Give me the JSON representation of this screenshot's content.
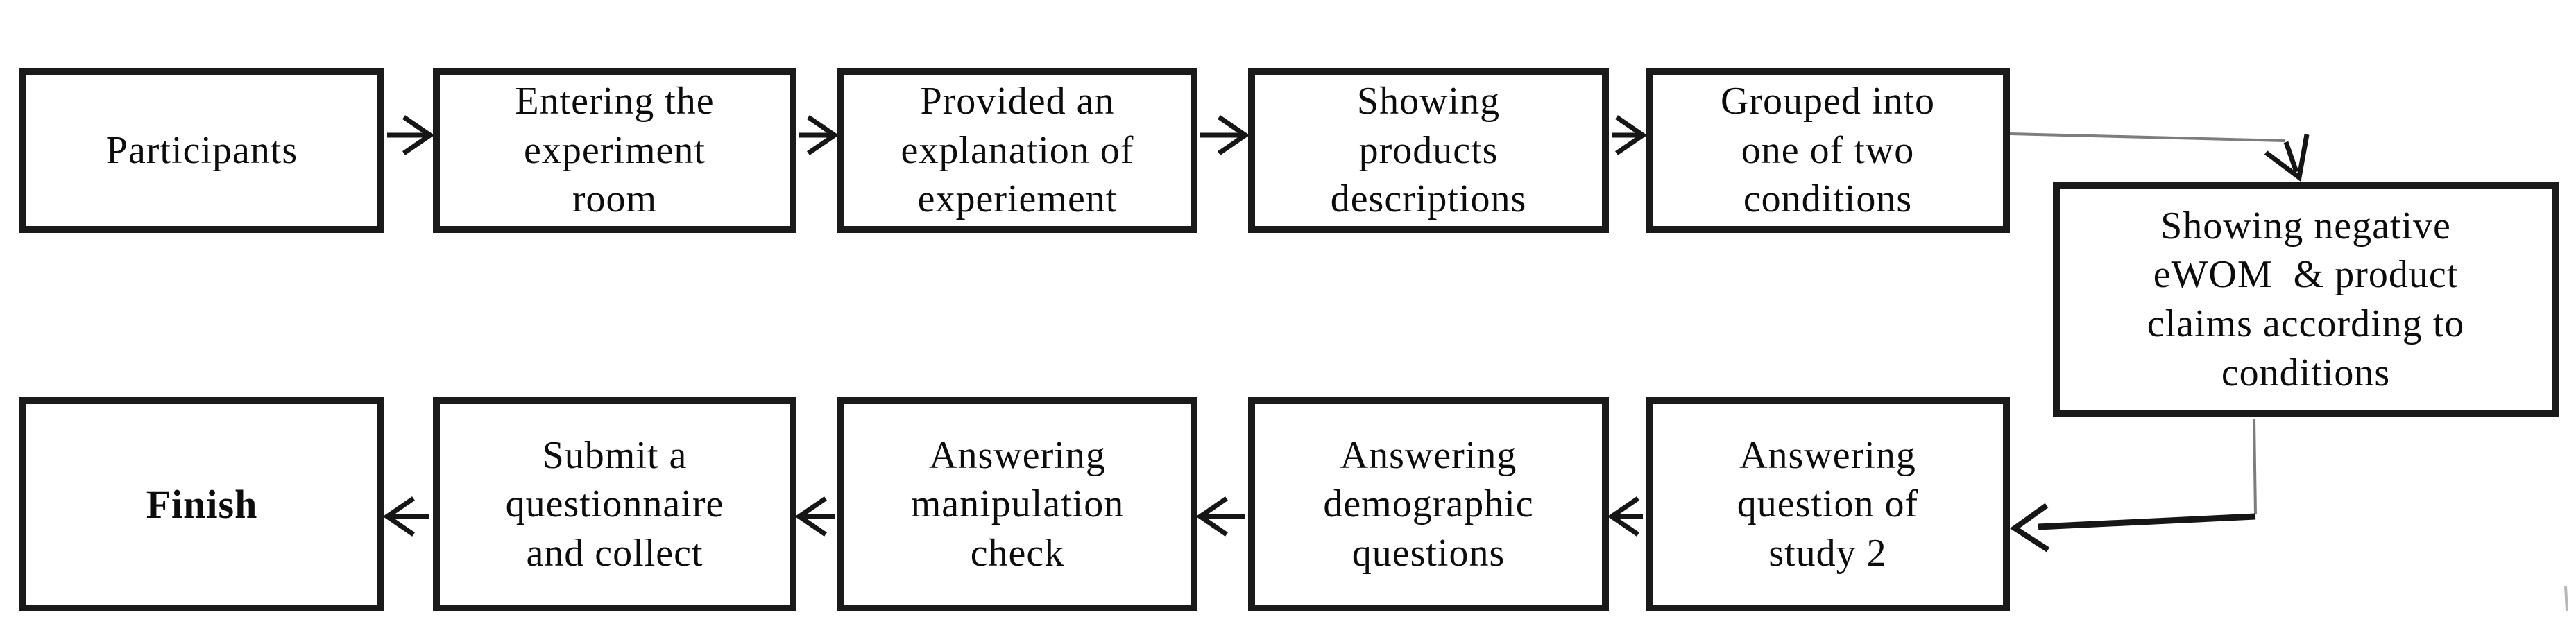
{
  "flowchart": {
    "nodes": {
      "participants": {
        "lines": [
          "Participants"
        ]
      },
      "entering_room": {
        "lines": [
          "Entering the",
          "experiment",
          "room"
        ]
      },
      "explanation": {
        "lines": [
          "Provided an",
          "explanation of",
          "experiement"
        ]
      },
      "product_descriptions": {
        "lines": [
          "Showing",
          "products",
          "descriptions"
        ]
      },
      "grouped_conditions": {
        "lines": [
          "Grouped into",
          "one of two",
          "conditions"
        ]
      },
      "ewom_claims": {
        "lines": [
          "Showing negative",
          "eWOM  & product",
          "claims according to",
          "conditions"
        ]
      },
      "study2_question": {
        "lines": [
          "Answering",
          "question of",
          "study 2"
        ]
      },
      "demographic_questions": {
        "lines": [
          "Answering",
          "demographic",
          "questions"
        ]
      },
      "manipulation_check": {
        "lines": [
          "Answering",
          "manipulation",
          "check"
        ]
      },
      "submit_questionnaire": {
        "lines": [
          "Submit a",
          "questionnaire",
          "and collect"
        ]
      },
      "finish": {
        "lines": [
          "Finish"
        ]
      }
    },
    "connections": [
      {
        "from": "participants",
        "to": "entering_room"
      },
      {
        "from": "entering_room",
        "to": "explanation"
      },
      {
        "from": "explanation",
        "to": "product_descriptions"
      },
      {
        "from": "product_descriptions",
        "to": "grouped_conditions"
      },
      {
        "from": "grouped_conditions",
        "to": "ewom_claims"
      },
      {
        "from": "ewom_claims",
        "to": "study2_question"
      },
      {
        "from": "study2_question",
        "to": "demographic_questions"
      },
      {
        "from": "demographic_questions",
        "to": "manipulation_check"
      },
      {
        "from": "manipulation_check",
        "to": "submit_questionnaire"
      },
      {
        "from": "submit_questionnaire",
        "to": "finish"
      }
    ],
    "colors": {
      "background": "#ffffff",
      "box_border": "#1a1a1a",
      "text": "#0c0c0c",
      "arrow": "#161616",
      "thin_connector": "#7d7d7d"
    }
  }
}
